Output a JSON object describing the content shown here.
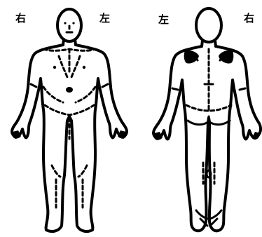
{
  "diagram": {
    "front_view": {
      "label_right": "右",
      "label_left": "左"
    },
    "back_view": {
      "label_left": "左",
      "label_right": "右"
    }
  }
}
